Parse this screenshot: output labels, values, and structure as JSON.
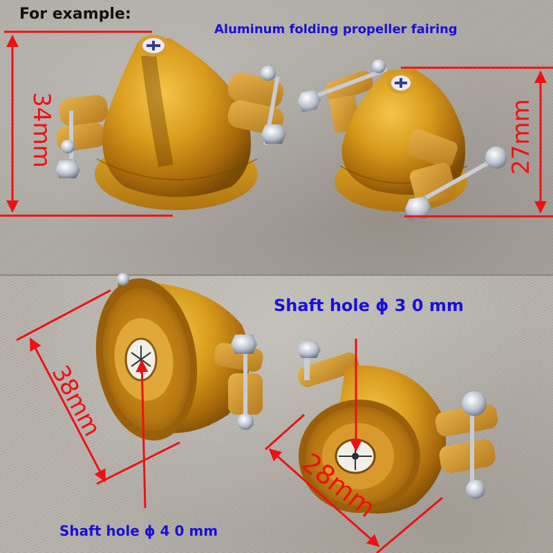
{
  "header": {
    "intro_label": "For example:",
    "product_title": "Aluminum folding propeller fairing"
  },
  "top_photo": {
    "large_spinner_height": "34mm",
    "small_spinner_height": "27mm"
  },
  "bottom_photo": {
    "large_spinner_diameter": "38mm",
    "small_spinner_diameter": "28mm",
    "small_shaft_label": "Shaft hole ϕ 3 0 mm",
    "large_shaft_label": "Shaft hole ϕ 4 0 mm"
  },
  "colors": {
    "annotation_red": "#ee1111",
    "label_blue": "#1a10d8",
    "spinner_gold": "#d9a21e",
    "carpet_gray": "#aeaaa3"
  }
}
